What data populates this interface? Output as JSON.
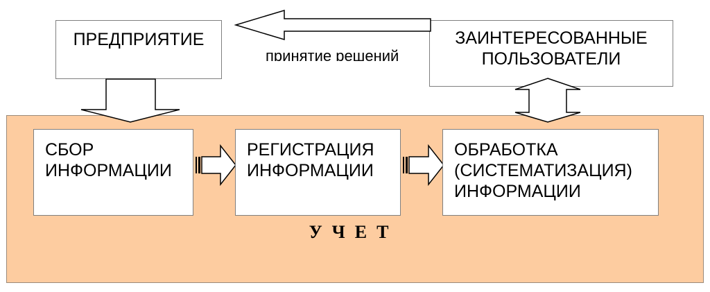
{
  "nodes": {
    "enterprise": "ПРЕДПРИЯТИЕ",
    "stakeholders": "ЗАИНТЕРЕСОВАННЫЕ\nПОЛЬЗОВАТЕЛИ",
    "collect": "СБОР\nИНФОРМАЦИИ",
    "register": "РЕГИСТРАЦИЯ\nИНФОРМАЦИИ",
    "process": "ОБРАБОТКА\n(СИСТЕМАТИЗАЦИЯ)\nИНФОРМАЦИИ"
  },
  "labels": {
    "decision": "принятие решений",
    "accounting": "УЧЕТ"
  },
  "colors": {
    "accounting_area": "#fdcca0",
    "arrow_fill": "#ffffff",
    "arrow_stroke": "#000000"
  }
}
